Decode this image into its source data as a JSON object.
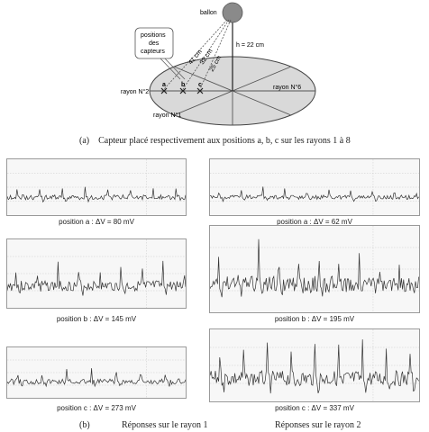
{
  "diagram": {
    "balloon_label": "ballon",
    "height_label": "h = 22 cm",
    "distances": [
      "41 cm",
      "32 cm",
      "25 cm"
    ],
    "positions_box": [
      "positions",
      "des",
      "capteurs"
    ],
    "point_labels": [
      "a",
      "b",
      "c"
    ],
    "ray_labels": {
      "ray2": "rayon N°2",
      "ray6": "rayon N°6",
      "ray1": "rayon N°1"
    }
  },
  "caption_a": {
    "marker": "(a)",
    "text": "Capteur placé respectivement aux positions a, b, c sur les rayons 1 à 8"
  },
  "panels": [
    {
      "label": "position a :  ΔV = 80 mV",
      "delta_mv": 80,
      "ray": 1,
      "position": "a"
    },
    {
      "label": "position a :  ΔV = 62 mV",
      "delta_mv": 62,
      "ray": 2,
      "position": "a"
    },
    {
      "label": "position b :  ΔV = 145 mV",
      "delta_mv": 145,
      "ray": 1,
      "position": "b"
    },
    {
      "label": "position b :  ΔV = 195 mV",
      "delta_mv": 195,
      "ray": 2,
      "position": "b"
    },
    {
      "label": "position c :  ΔV = 273 mV",
      "delta_mv": 273,
      "ray": 1,
      "position": "c"
    },
    {
      "label": "position c :  ΔV = 337 mV",
      "delta_mv": 337,
      "ray": 2,
      "position": "c"
    }
  ],
  "caption_b": {
    "marker": "(b)",
    "left": "Réponses sur le rayon 1",
    "right": "Réponses sur le rayon 2"
  }
}
